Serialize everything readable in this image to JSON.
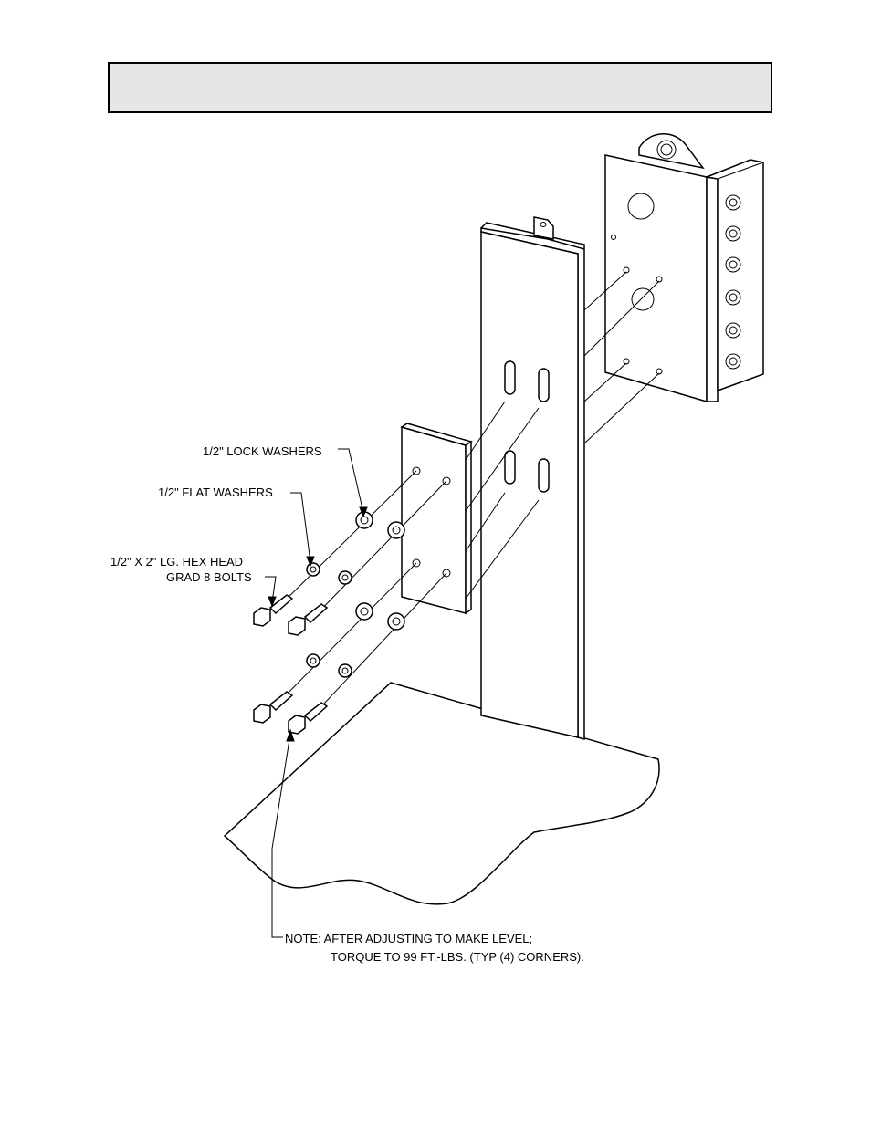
{
  "header": {
    "title": ""
  },
  "labels": {
    "lock_washers": "1/2\" LOCK WASHERS",
    "flat_washers": "1/2\" FLAT WASHERS",
    "bolt_line1": "1/2\" X 2\" LG. HEX HEAD",
    "bolt_line2": "GRAD 8 BOLTS",
    "note_line1": "NOTE:  AFTER ADJUSTING TO MAKE LEVEL;",
    "note_line2": "TORQUE TO 99 FT.-LBS. (TYP (4) CORNERS)."
  }
}
